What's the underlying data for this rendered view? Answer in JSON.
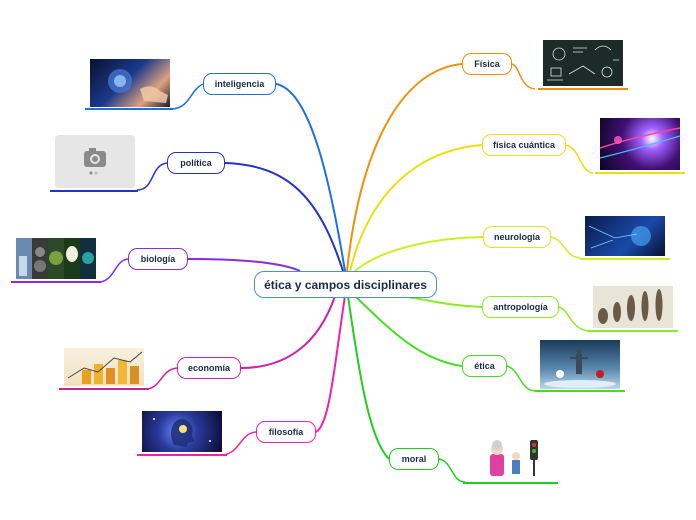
{
  "central": {
    "label": "ética y campos disciplinares"
  },
  "branches": {
    "inteligencia": {
      "label": "inteligencia",
      "color": "#1e6fe0",
      "image": "hand-brain-digital-image"
    },
    "politica": {
      "label": "política",
      "color": "#2233cc",
      "image": "camera-placeholder-image"
    },
    "biologia": {
      "label": "biología",
      "color": "#8a2be2",
      "image": "biology-collage-image"
    },
    "economia": {
      "label": "economía",
      "color": "#cc22aa",
      "image": "coin-stacks-chart-image"
    },
    "filosofia": {
      "label": "filosofía",
      "color": "#ee22aa",
      "image": "glowing-head-space-image"
    },
    "fisica": {
      "label": "Física",
      "color": "#f0900a",
      "image": "chalkboard-formulas-image"
    },
    "fisica_cuantica": {
      "label": "física cuántica",
      "color": "#eedd11",
      "image": "quantum-light-image"
    },
    "neurologia": {
      "label": "neurología",
      "color": "#ccee22",
      "image": "neural-brain-image"
    },
    "antropologia": {
      "label": "antropología",
      "color": "#88ee22",
      "image": "human-evolution-image"
    },
    "etica": {
      "label": "ética",
      "color": "#44dd22",
      "image": "figures-choice-image"
    },
    "moral": {
      "label": "moral",
      "color": "#22cc22",
      "image": "helping-elder-cartoon-image"
    }
  }
}
